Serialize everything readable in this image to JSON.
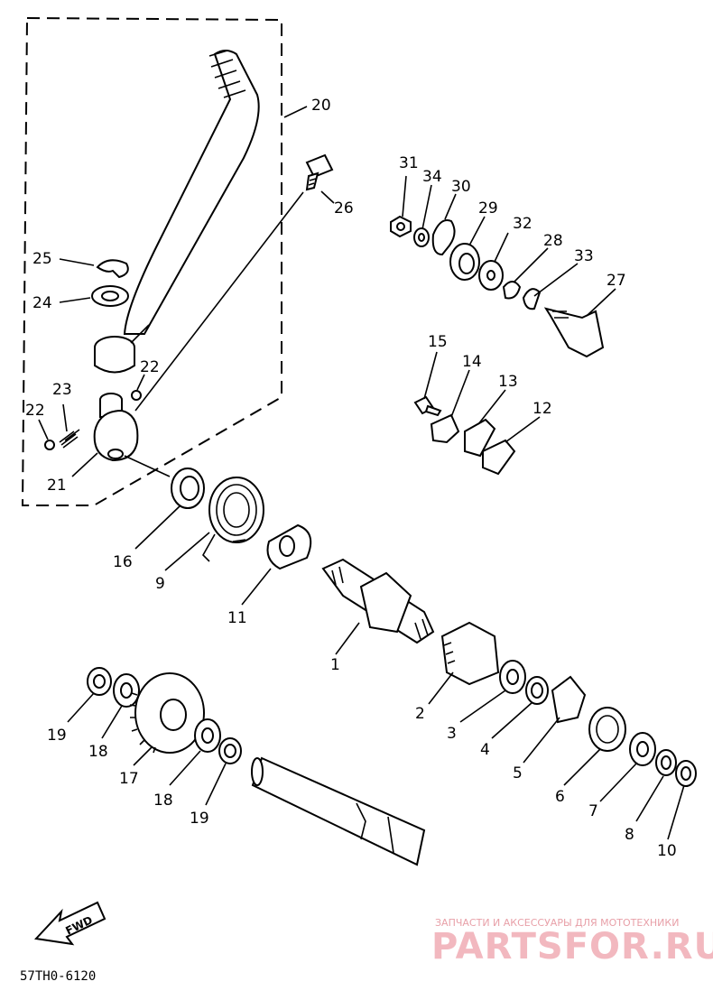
{
  "labels": {
    "p1": "1",
    "p2": "2",
    "p3": "3",
    "p4": "4",
    "p5": "5",
    "p6": "6",
    "p7": "7",
    "p8": "8",
    "p9": "9",
    "p10": "10",
    "p11": "11",
    "p12": "12",
    "p13": "13",
    "p14": "14",
    "p15": "15",
    "p16": "16",
    "p17": "17",
    "p18a": "18",
    "p18b": "18",
    "p19a": "19",
    "p19b": "19",
    "p20": "20",
    "p21": "21",
    "p22a": "22",
    "p22b": "22",
    "p23": "23",
    "p24": "24",
    "p25": "25",
    "p26": "26",
    "p27": "27",
    "p28": "28",
    "p29": "29",
    "p30": "30",
    "p31": "31",
    "p32": "32",
    "p33": "33",
    "p34": "34"
  },
  "fwd_label": "FWD",
  "diagram_code": "57TH0-6120",
  "watermark": {
    "subtitle": "ЗАПЧАСТИ И АКСЕССУАРЫ ДЛЯ МОТОТЕХНИКИ",
    "brand": "PARTSFOR.RU"
  }
}
